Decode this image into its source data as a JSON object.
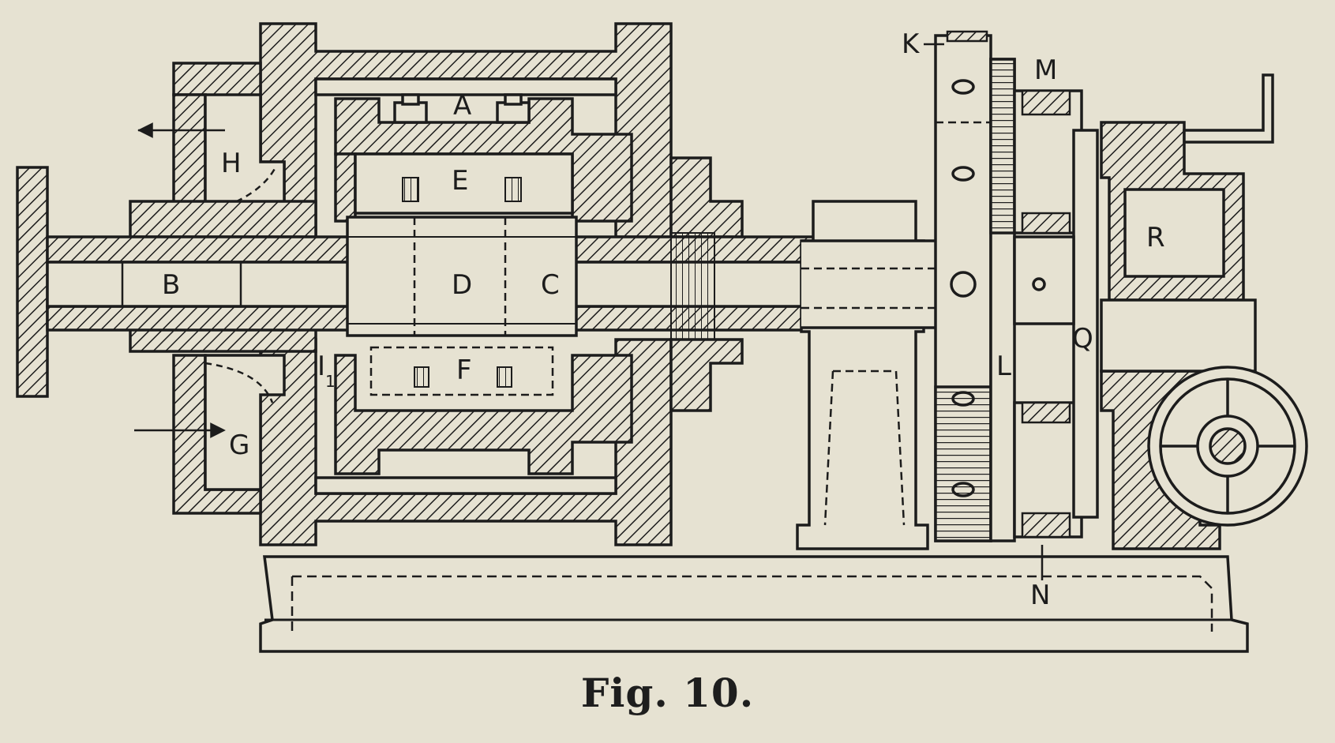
{
  "figure": {
    "caption": "Fig. 10."
  },
  "labels": {
    "A": "A",
    "B": "B",
    "C": "C",
    "D": "D",
    "E": "E",
    "F": "F",
    "G": "G",
    "H": "H",
    "I": "I",
    "I_sub": "1",
    "K": "K",
    "L": "L",
    "M": "M",
    "N": "N",
    "Q": "Q",
    "R": "R"
  },
  "colors": {
    "paper": "#e6e2d2",
    "ink": "#1c1c1c"
  }
}
